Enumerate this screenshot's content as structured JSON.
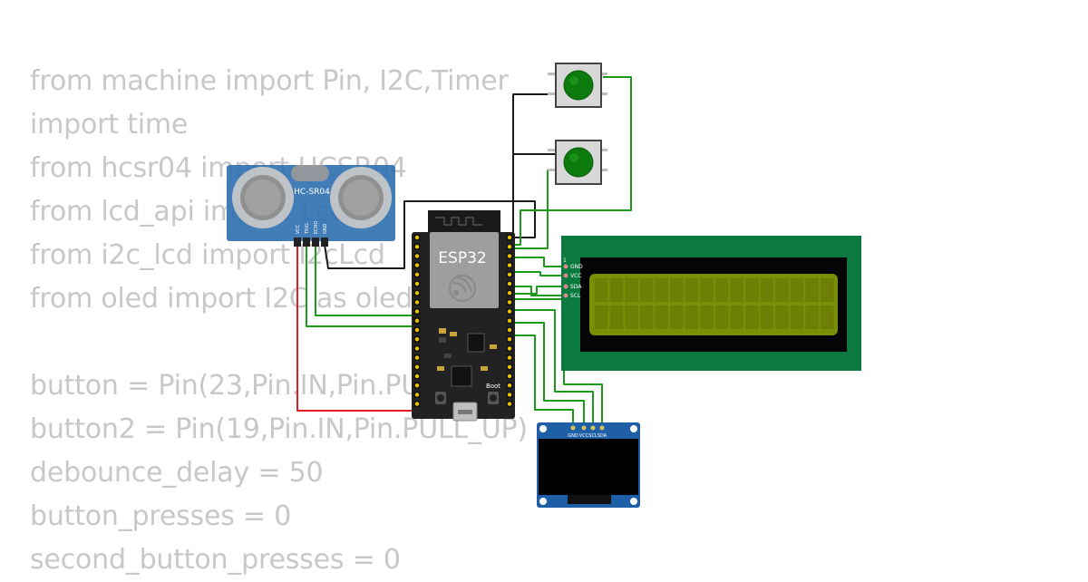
{
  "code_lines": [
    "from machine import Pin, I2C,Timer",
    "import time",
    "from hcsr04 import HCSR04",
    "from lcd_api import LcdApi",
    "from i2c_lcd import I2cLcd",
    "from oled import I2C as oled",
    "",
    "button = Pin(23,Pin.IN,Pin.PULL_UP)",
    "button2 = Pin(19,Pin.IN,Pin.PULL_UP)",
    "debounce_delay = 50",
    "button_presses = 0",
    "second_button_presses = 0"
  ],
  "sensor": {
    "label": "HC-SR04",
    "pins": [
      "VCC",
      "TRIG",
      "ECHO",
      "GND"
    ]
  },
  "esp32": {
    "label": "ESP32",
    "boot_label": "Boot"
  },
  "lcd": {
    "pin_index": "1",
    "pins": [
      "GND",
      "VCC",
      "SDA",
      "SCL"
    ]
  },
  "oled": {
    "pins": [
      "GND",
      "VCC",
      "SCL",
      "SDA"
    ]
  },
  "colors": {
    "wire_green": "#1a9b1a",
    "wire_black": "#1a1a1a",
    "wire_red": "#e02020",
    "sensor_board": "#2f6fb0",
    "lcd_board": "#0b7a3e",
    "lcd_screen": "#7a8f08",
    "oled_board": "#1e5fa8",
    "button_cap": "#0c7a0c",
    "esp_board": "#222222",
    "code_text": "#c8c8c8"
  }
}
